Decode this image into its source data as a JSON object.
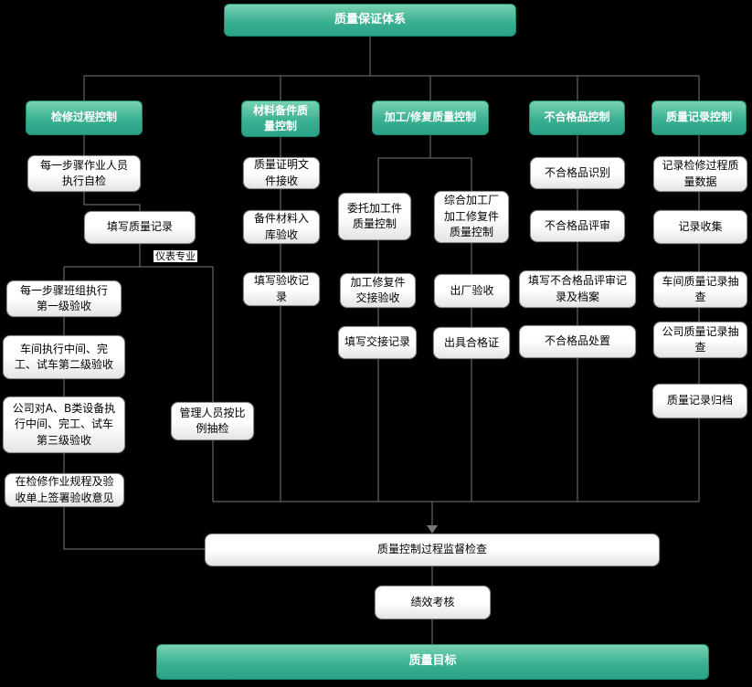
{
  "colors": {
    "background": "#000000",
    "node_green_top": "#79d2b3",
    "node_green_bottom": "#2aa287",
    "node_white": "#ffffff",
    "connector_line": "#787878"
  },
  "diagram": {
    "root": "质量保证体系",
    "monitor": "质量控制过程监督检查",
    "performance": "绩效考核",
    "goal": "质量目标",
    "columns": [
      {
        "header": "检修过程控制",
        "branch_tag": "仪表专业",
        "steps": [
          "每一步骤作业人员\n执行自检",
          "填写质量记录",
          "每一步骤班组执行\n第一级验收",
          "车间执行中间、完\n工、试车第二级验收",
          "公司对A、B类设备执\n行中间、完工、试车\n第三级验收",
          "在检修作业规程及验\n收单上签署验收意见"
        ],
        "side_step": "管理人员按比\n例抽检"
      },
      {
        "header": "材料备件质\n量控制",
        "steps": [
          "质量证明文\n件接收",
          "备件材料入\n库验收",
          "填写验收记\n录"
        ]
      },
      {
        "header": "加工/修复质量控制",
        "branches": [
          {
            "steps": [
              "委托加工件\n质量控制",
              "加工修复件\n交接验收",
              "填写交接记录"
            ]
          },
          {
            "steps": [
              "综合加工厂\n加工修复件\n质量控制",
              "出厂验收",
              "出具合格证"
            ]
          }
        ]
      },
      {
        "header": "不合格品控制",
        "steps": [
          "不合格品识别",
          "不合格品评审",
          "填写不合格品评审记\n录及档案",
          "不合格品处置"
        ]
      },
      {
        "header": "质量记录控制",
        "steps": [
          "记录检修过程质\n量数据",
          "记录收集",
          "车间质量记录抽\n查",
          "公司质量记录抽\n查",
          "质量记录归档"
        ]
      }
    ]
  }
}
